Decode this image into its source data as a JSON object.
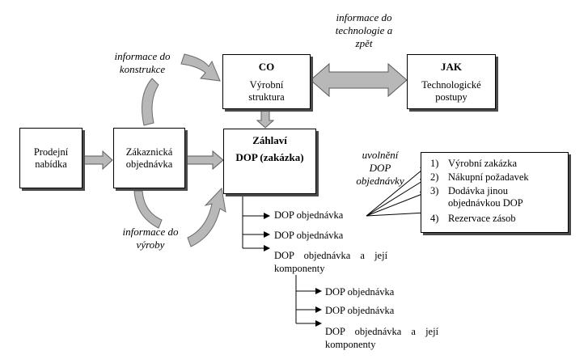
{
  "boxes": {
    "prodejni": [
      "Prodejní",
      "nabídka"
    ],
    "zakaznicka": [
      "Zákaznická",
      "objednávka"
    ],
    "co": {
      "title": "CO",
      "lines": [
        "Výrobní",
        "struktura"
      ]
    },
    "jak": {
      "title": "JAK",
      "lines": [
        "Technologické",
        "postupy"
      ]
    },
    "zaklavni": {
      "title": "Záhlaví",
      "subtitle": "DOP (zakázka)"
    }
  },
  "notes": {
    "konstrukce": [
      "informace do",
      "konstrukce"
    ],
    "technologie": [
      "informace do",
      "technologie a",
      "zpět"
    ],
    "vyroby": [
      "informace do",
      "výroby"
    ],
    "uvolneni": [
      "uvolnění",
      "DOP",
      "objednávky"
    ]
  },
  "tree": {
    "level1": [
      "DOP objednávka",
      "DOP objednávka"
    ],
    "level1_component": [
      "DOP objednávka a její",
      "komponenty"
    ],
    "level2": [
      "DOP objednávka",
      "DOP objednávka"
    ],
    "level2_component": [
      "DOP objednávka a její",
      "komponenty"
    ]
  },
  "release_options": [
    {
      "num": "1)",
      "text": "Výrobní zakázka"
    },
    {
      "num": "2)",
      "text": "Nákupní požadavek"
    },
    {
      "num": "3)",
      "text": "Dodávka jinou",
      "text2": "objednávkou DOP"
    },
    {
      "num": "4)",
      "text": "Rezervace zásob"
    }
  ],
  "colors": {
    "arrow_fill": "#b8b8b8",
    "arrow_stroke": "#5a5a5a",
    "shadow": "#4a4a4a"
  }
}
